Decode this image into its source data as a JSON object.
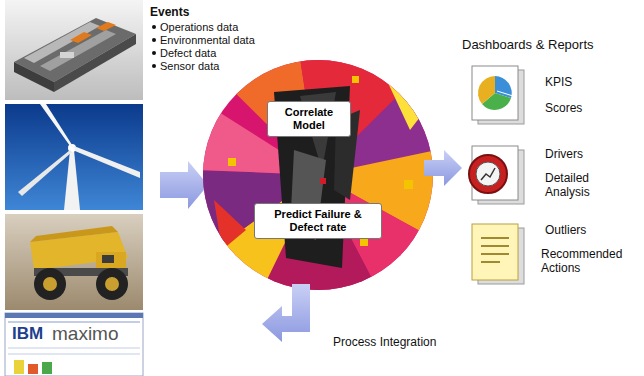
{
  "diagram": {
    "nodes": [
      {
        "text": [
          "Correlate Model"
        ]
      },
      {
        "text": [
          "Predict Failure & Defect rate"
        ]
      }
    ],
    "labels": [
      "Events",
      "Operations data",
      "Environmental data",
      "Defect data",
      "Sensor data",
      "Dashboards & Reports",
      "KPIS",
      "Scores",
      "Drivers",
      "Detailed Analysis",
      "Outliers",
      "Recommended Actions",
      "Process Integration",
      "IBM",
      "maximo"
    ]
  }
}
